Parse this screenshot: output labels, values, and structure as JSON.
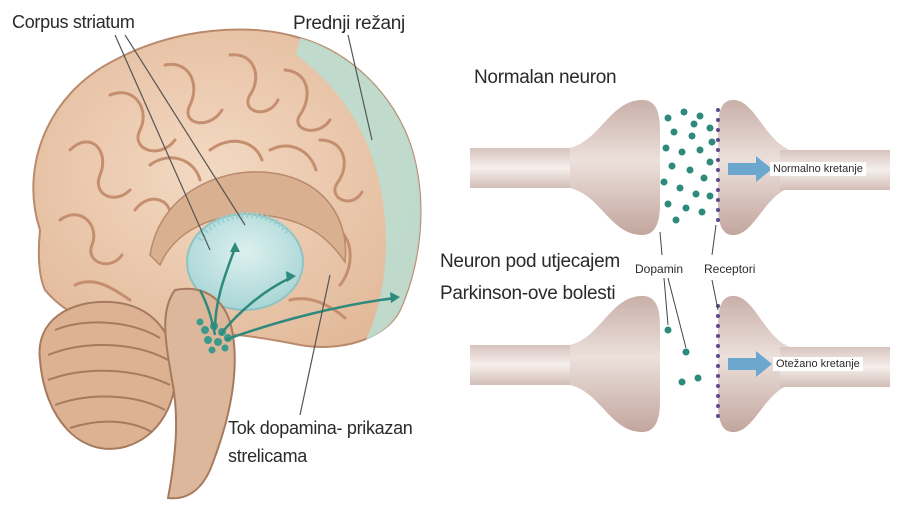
{
  "brain": {
    "label_striatum": "Corpus striatum",
    "label_frontal": "Prednji režanj",
    "label_flow_line1": "Tok dopamina- prikazan",
    "label_flow_line2": "strelicama"
  },
  "synapse": {
    "title_normal": "Normalan neuron",
    "title_parkinson_line1": "Neuron pod utjecajem",
    "title_parkinson_line2": "Parkinson-ove bolesti",
    "label_dopamine": "Dopamin",
    "label_receptors": "Receptori",
    "label_normal_movement": "Normalno kretanje",
    "label_impaired_movement": "Otežano kretanje"
  },
  "colors": {
    "brain_tissue": "#e9c9ad",
    "brain_fold": "#c58f6f",
    "frontal_lobe": "#b9dfd4",
    "striatum": "#bfe2e3",
    "dopamine": "#2e8a7c",
    "neuron": "#d9c4be",
    "arrow": "#6ba7cf",
    "receptor": "#5a4a8a"
  }
}
